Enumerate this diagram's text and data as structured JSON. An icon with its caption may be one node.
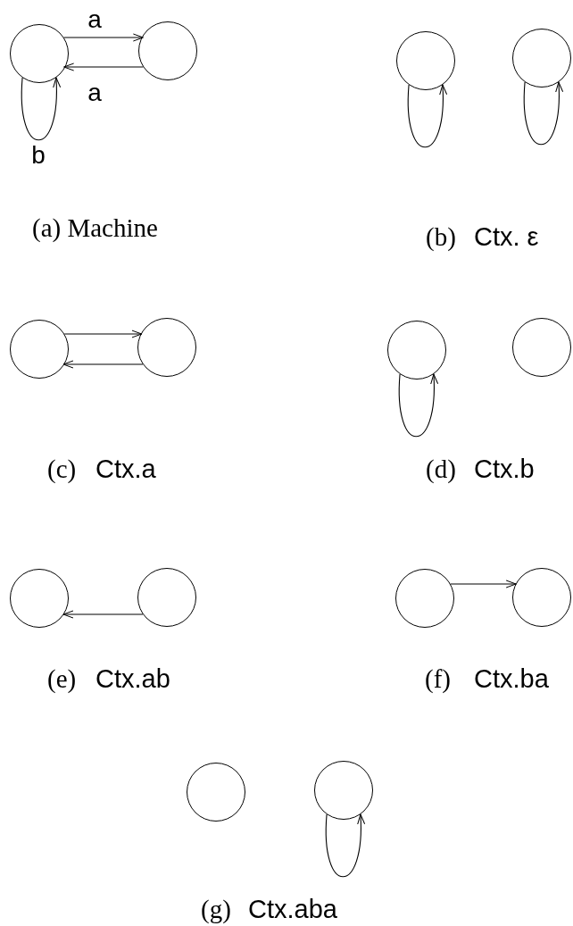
{
  "diagram": {
    "nodes": [
      {
        "text": [],
        "shape": "circle"
      },
      {
        "text": [],
        "shape": "circle"
      },
      {
        "text": [],
        "shape": "circle"
      },
      {
        "text": [],
        "shape": "circle"
      },
      {
        "text": [],
        "shape": "circle"
      },
      {
        "text": [],
        "shape": "circle"
      },
      {
        "text": [],
        "shape": "circle"
      },
      {
        "text": [],
        "shape": "circle"
      },
      {
        "text": [],
        "shape": "circle"
      },
      {
        "text": [],
        "shape": "circle"
      },
      {
        "text": [],
        "shape": "circle"
      },
      {
        "text": [],
        "shape": "circle"
      },
      {
        "text": [],
        "shape": "circle"
      },
      {
        "text": [],
        "shape": "circle"
      }
    ],
    "edges": [
      {
        "from": 0,
        "to": 1,
        "arrow": "to",
        "label": "a"
      },
      {
        "from": 1,
        "to": 0,
        "arrow": "to",
        "label": "a"
      },
      {
        "from": 0,
        "to": 0,
        "arrow": "to",
        "label": "b"
      },
      {
        "from": 2,
        "to": 2,
        "arrow": "to"
      },
      {
        "from": 3,
        "to": 3,
        "arrow": "to"
      },
      {
        "from": 4,
        "to": 5,
        "arrow": "to"
      },
      {
        "from": 5,
        "to": 4,
        "arrow": "to"
      },
      {
        "from": 6,
        "to": 6,
        "arrow": "to"
      },
      {
        "from": 9,
        "to": 8,
        "arrow": "to"
      },
      {
        "from": 10,
        "to": 11,
        "arrow": "to"
      },
      {
        "from": 13,
        "to": 13,
        "arrow": "to"
      }
    ],
    "labels": [
      "(a) Machine",
      "(b)",
      "Ctx. ε",
      "(c)",
      "Ctx.a",
      "(d)",
      "Ctx.b",
      "(e)",
      "Ctx.ab",
      "(f)",
      "Ctx.ba",
      "(g)",
      "Ctx.aba"
    ]
  }
}
